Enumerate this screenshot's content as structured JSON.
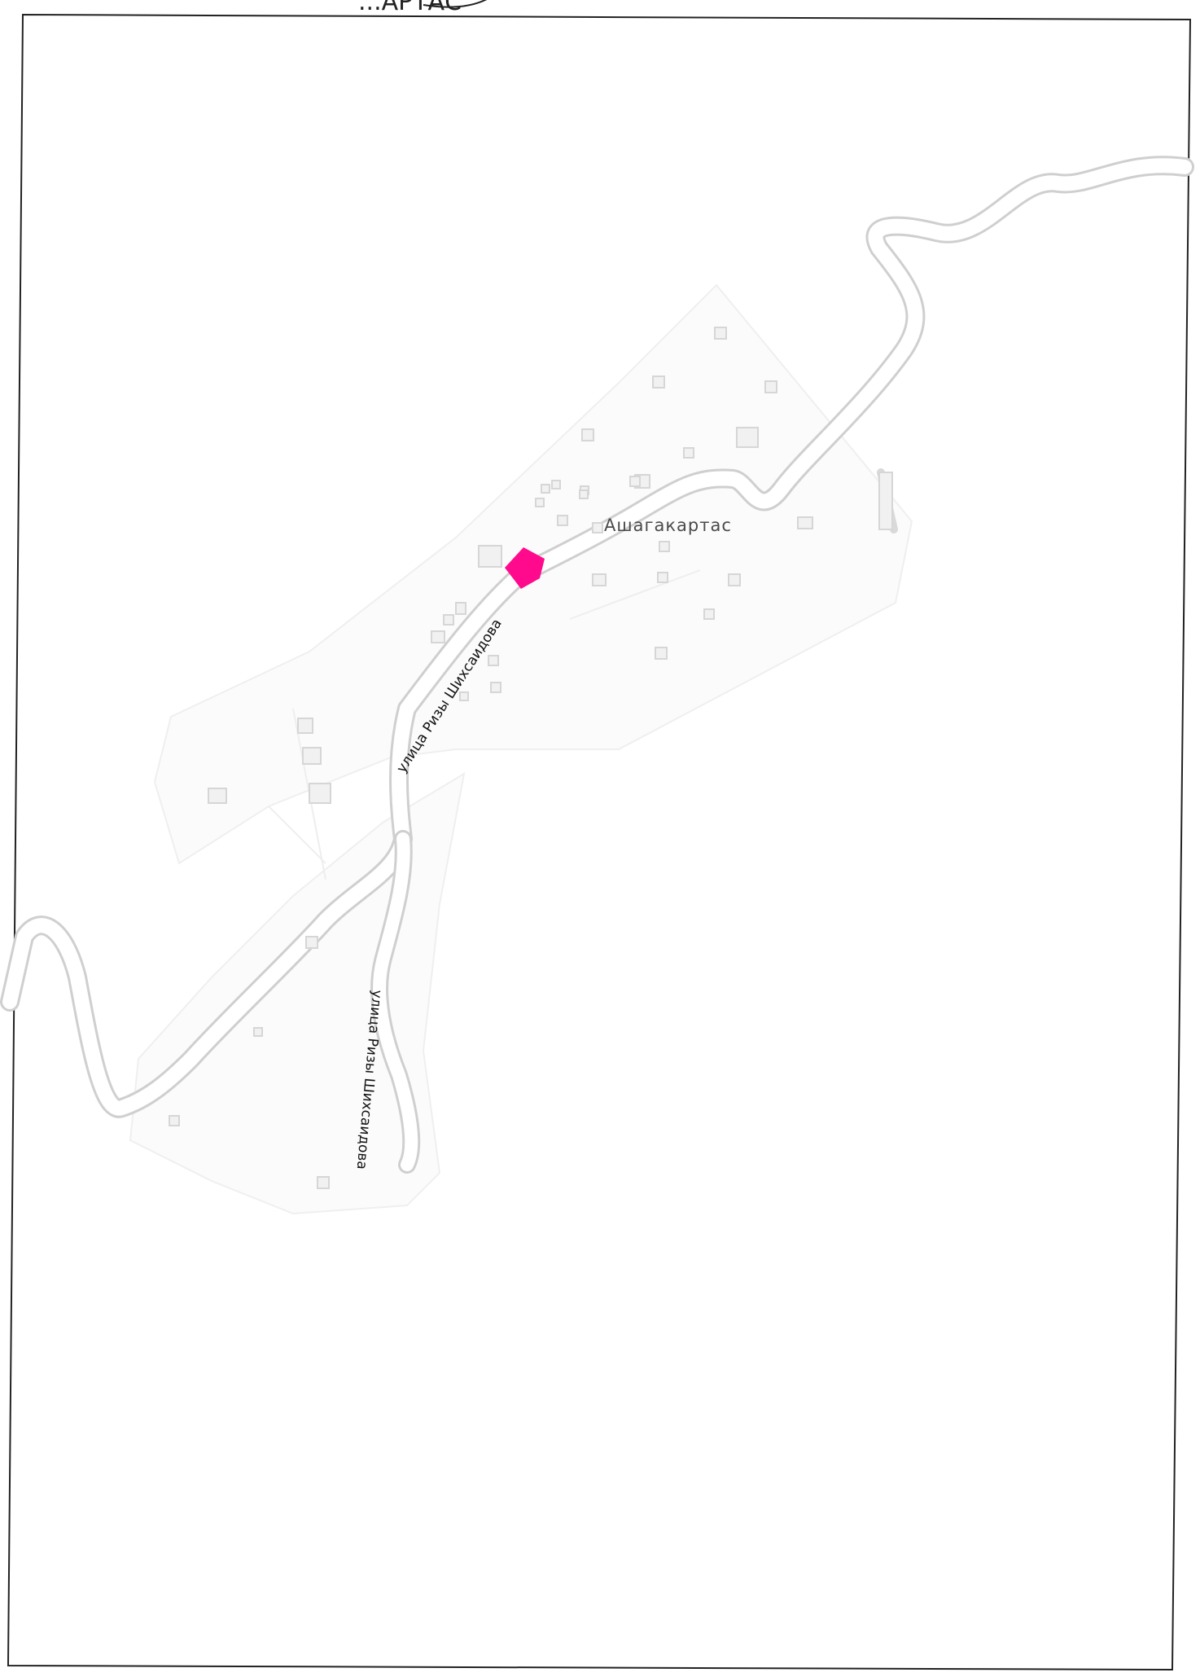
{
  "header": {
    "handwritten_text": "...АРТАС"
  },
  "map": {
    "place_label": "Ашагакартас",
    "streets": [
      {
        "name": "улица Ризы Шихсаидова"
      },
      {
        "name": "улица Ризы Шихсаидова"
      }
    ],
    "highlight_color": "#ff0a8c",
    "road_color": "#d9d9d9",
    "building_color": "#dedede",
    "settlement_fill": "#fbfbfb"
  }
}
